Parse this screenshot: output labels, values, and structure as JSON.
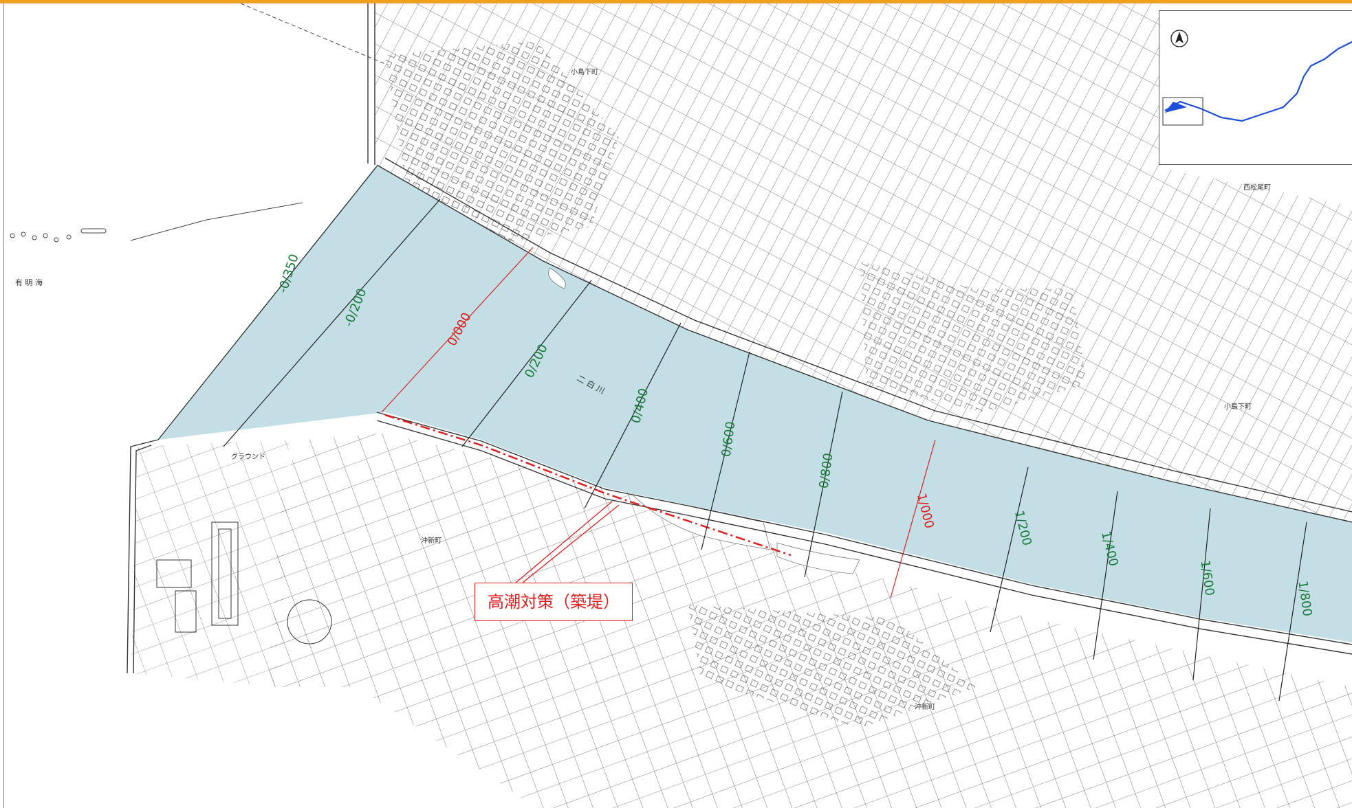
{
  "colors": {
    "water": "#c3dfe5",
    "frame_top": "#f0a020",
    "river_line_green": "#1a7a3a",
    "river_line_red": "#e02020",
    "base_map_line": "#3a3a3a",
    "inset_river": "#1f4fd8"
  },
  "river_label": "二 白 川",
  "sea_label": "有 明 海",
  "callout_text": "高潮対策（築堤）",
  "chainage_labels": [
    {
      "text": "-0/350",
      "color": "green"
    },
    {
      "text": "-0/200",
      "color": "green"
    },
    {
      "text": "0/000",
      "color": "red"
    },
    {
      "text": "0/200",
      "color": "green"
    },
    {
      "text": "0/400",
      "color": "green"
    },
    {
      "text": "0/600",
      "color": "green"
    },
    {
      "text": "0/800",
      "color": "green"
    },
    {
      "text": "1/000",
      "color": "red"
    },
    {
      "text": "1/200",
      "color": "green"
    },
    {
      "text": "1/400",
      "color": "green"
    },
    {
      "text": "1/600",
      "color": "green"
    },
    {
      "text": "1/800",
      "color": "green"
    }
  ],
  "place_labels": [
    "小島下町",
    "小島下町",
    "沖新町",
    "沖新町",
    "グラウンド",
    "西松尾町"
  ],
  "icons": [
    "north-arrow-icon",
    "location-inset-map"
  ]
}
